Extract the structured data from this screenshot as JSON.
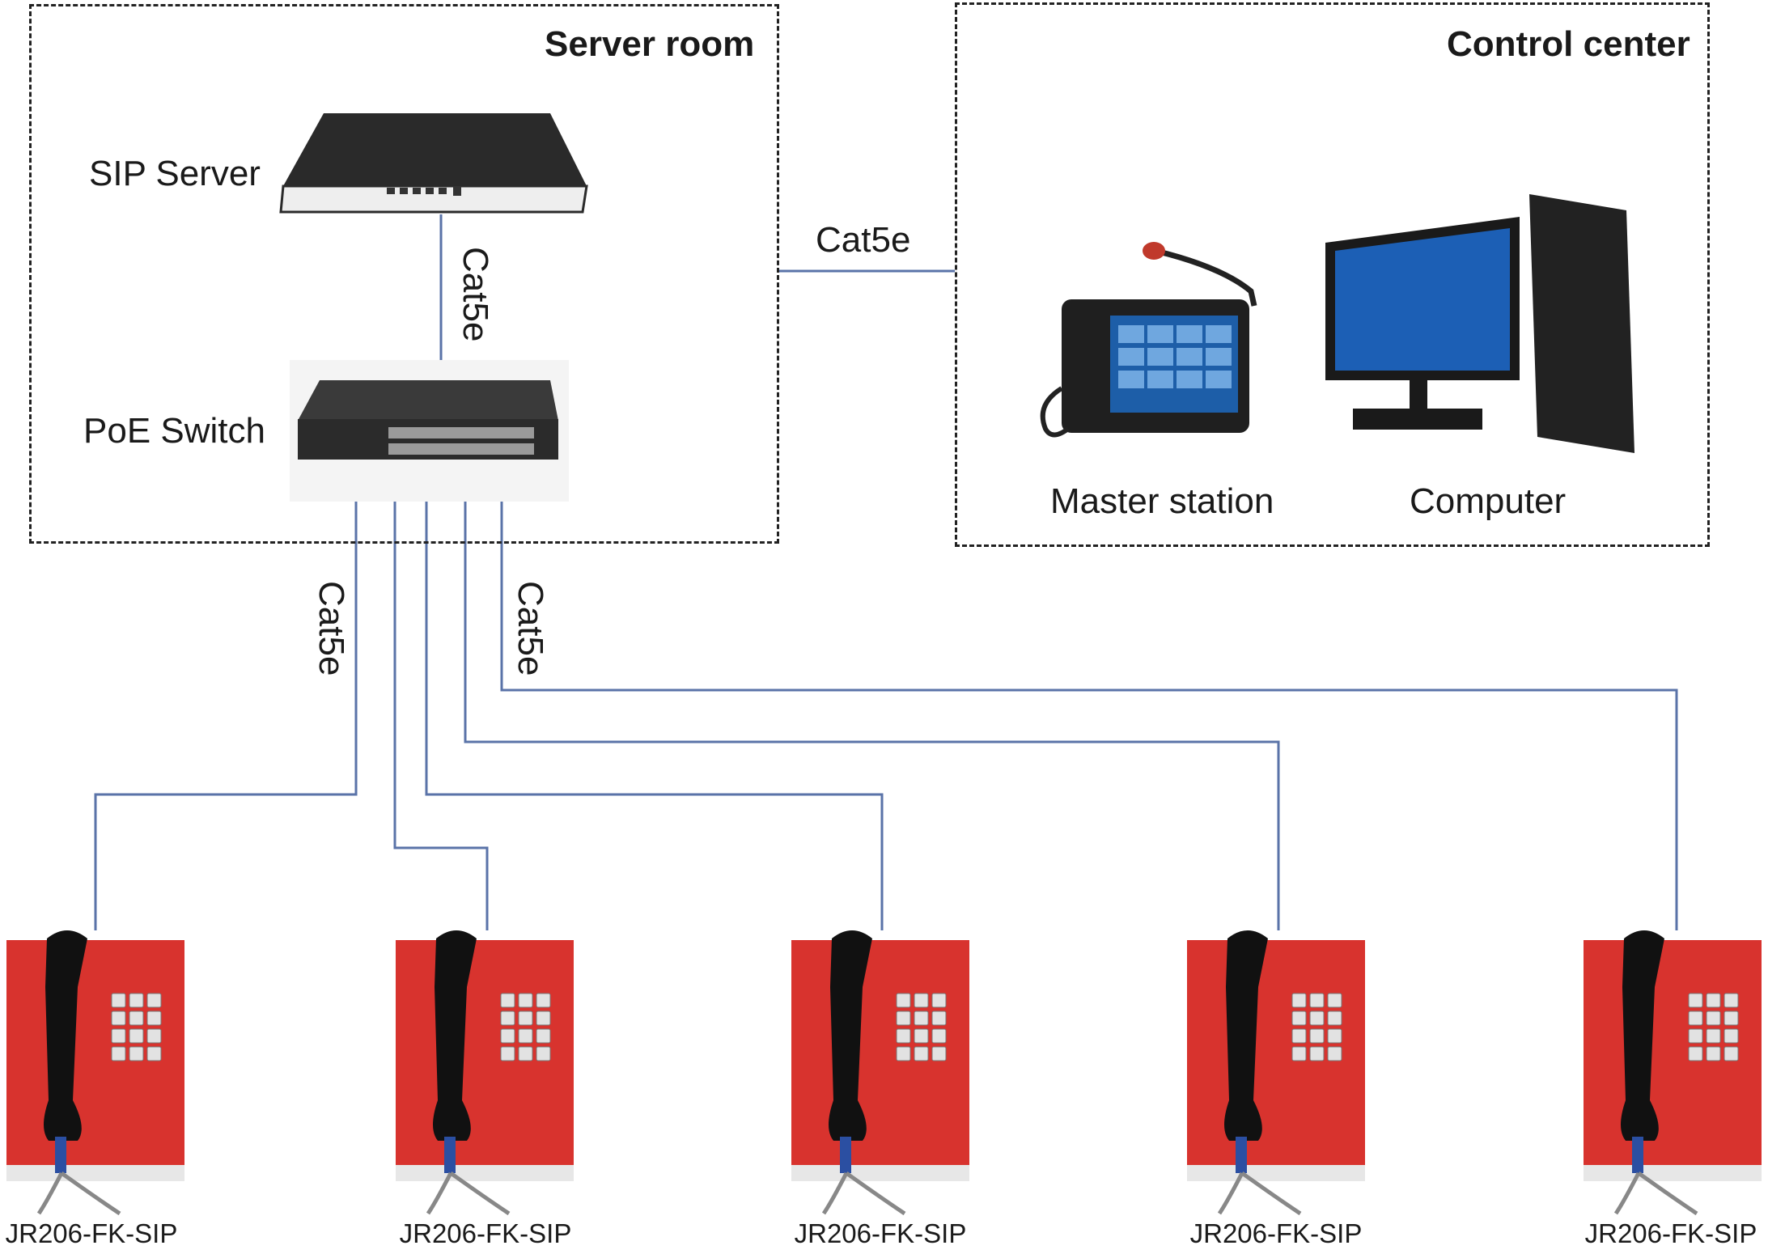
{
  "server_room": {
    "title": "Server room",
    "sip_server_label": "SIP Server",
    "poe_switch_label": "PoE Switch"
  },
  "control_center": {
    "title": "Control center",
    "master_station_label": "Master station",
    "computer_label": "Computer"
  },
  "cables": {
    "server_to_switch": "Cat5e",
    "server_room_to_control": "Cat5e",
    "switch_to_phones_left": "Cat5e",
    "switch_to_phones_right": "Cat5e"
  },
  "phones": [
    {
      "label": "JR206-FK-SIP"
    },
    {
      "label": "JR206-FK-SIP"
    },
    {
      "label": "JR206-FK-SIP"
    },
    {
      "label": "JR206-FK-SIP"
    },
    {
      "label": "JR206-FK-SIP"
    }
  ],
  "colors": {
    "line": "#5a73a8",
    "phone_body": "#d8332e",
    "handset": "#111111"
  }
}
